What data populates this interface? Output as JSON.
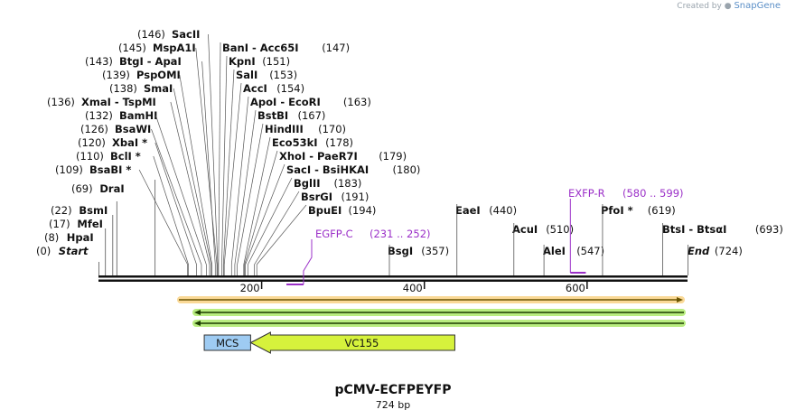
{
  "brand": {
    "prefix": "Created by",
    "name": "SnapGene"
  },
  "title": "pCMV-ECFPEYFP",
  "subtitle": "724 bp",
  "sequence_length": 724,
  "axis_ticks": [
    200,
    400,
    600
  ],
  "sites": [
    {
      "pos": "(0)",
      "name": "Start",
      "italic": true,
      "at": 0
    },
    {
      "pos": "(8)",
      "name": "HpaI",
      "at": 8
    },
    {
      "pos": "(17)",
      "name": "MfeI",
      "at": 17
    },
    {
      "pos": "(22)",
      "name": "BsmI",
      "at": 22
    },
    {
      "pos": "(69)",
      "name": "DraI",
      "at": 69
    },
    {
      "pos": "(109)",
      "name": "BsaBI *",
      "at": 109
    },
    {
      "pos": "(110)",
      "name": "BclI *",
      "at": 110
    },
    {
      "pos": "(120)",
      "name": "XbaI *",
      "at": 120
    },
    {
      "pos": "(126)",
      "name": "BsaWI",
      "at": 126
    },
    {
      "pos": "(132)",
      "name": "BamHI",
      "at": 132
    },
    {
      "pos": "(136)",
      "name": "XmaI  - TspMI",
      "at": 136
    },
    {
      "pos": "(138)",
      "name": "SmaI",
      "at": 138
    },
    {
      "pos": "(139)",
      "name": "PspOMI",
      "at": 139
    },
    {
      "pos": "(143)",
      "name": "BtgI  - ApaI",
      "at": 143
    },
    {
      "pos": "(145)",
      "name": "MspA1I",
      "at": 145
    },
    {
      "pos": "(146)",
      "name": "SacII",
      "at": 146
    },
    {
      "pos": "(147)",
      "name": "BanI  - Acc65I",
      "at": 147
    },
    {
      "pos": "(151)",
      "name": "KpnI",
      "at": 151
    },
    {
      "pos": "(153)",
      "name": "SalI",
      "at": 153
    },
    {
      "pos": "(154)",
      "name": "AccI",
      "at": 154
    },
    {
      "pos": "(163)",
      "name": "ApoI  - EcoRI",
      "at": 163
    },
    {
      "pos": "(167)",
      "name": "BstBI",
      "at": 167
    },
    {
      "pos": "(170)",
      "name": "HindIII",
      "at": 170
    },
    {
      "pos": "(178)",
      "name": "Eco53kI",
      "at": 178
    },
    {
      "pos": "(179)",
      "name": "XhoI  - PaeR7I",
      "at": 179
    },
    {
      "pos": "(180)",
      "name": "SacI  - BsiHKAI",
      "at": 180
    },
    {
      "pos": "(183)",
      "name": "BglII",
      "at": 183
    },
    {
      "pos": "(191)",
      "name": "BsrGI",
      "at": 191
    },
    {
      "pos": "(194)",
      "name": "BpuEI",
      "at": 194
    },
    {
      "pos": "(357)",
      "name": "BsgI",
      "at": 357
    },
    {
      "pos": "(440)",
      "name": "EaeI",
      "at": 440
    },
    {
      "pos": "(510)",
      "name": "AcuI",
      "at": 510
    },
    {
      "pos": "(547)",
      "name": "AleI",
      "at": 547
    },
    {
      "pos": "(619)",
      "name": "PfoI *",
      "at": 619
    },
    {
      "pos": "(693)",
      "name": "BtsI  - BtsαI",
      "at": 693
    },
    {
      "pos": "(724)",
      "name": "End",
      "italic": true,
      "at": 724
    }
  ],
  "primers": [
    {
      "name": "EGFP-C",
      "range": "(231 .. 252)",
      "start": 231,
      "end": 252
    },
    {
      "name": "EXFP-R",
      "range": "(580 .. 599)",
      "start": 580,
      "end": 599
    }
  ],
  "features": [
    {
      "label": "MCS",
      "start": 130,
      "end": 187,
      "color": "#9ecbf2",
      "kind": "box"
    },
    {
      "label": "VC155",
      "start": 187,
      "end": 438,
      "color": "#d6f23c",
      "kind": "arrow-left"
    }
  ],
  "colors": {
    "orange_track": "#f5b942",
    "green_track": "#9be64a",
    "primer": "#9b30c8"
  }
}
